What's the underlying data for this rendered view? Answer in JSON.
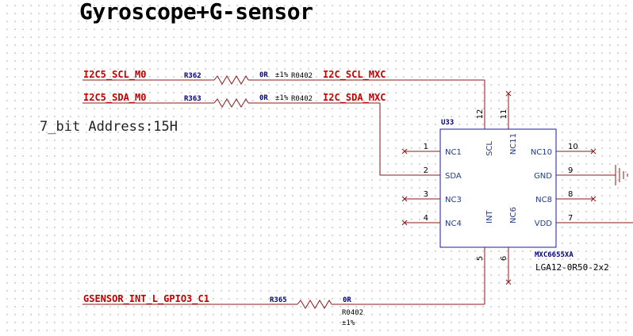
{
  "title": "Gyroscope+G-sensor",
  "address_note": "7_bit Address:15H",
  "nets": {
    "scl_left": "I2C5_SCL_M0",
    "sda_left": "I2C5_SDA_M0",
    "scl_right": "I2C_SCL_MXC",
    "sda_right": "I2C_SDA_MXC",
    "int": "GSENSOR_INT_L_GPIO3_C1"
  },
  "resistors": {
    "r362": {
      "ref": "R362",
      "value": "0R",
      "tol": "±1%",
      "pkg": "R0402"
    },
    "r363": {
      "ref": "R363",
      "value": "0R",
      "tol": "±1%",
      "pkg": "R0402"
    },
    "r365": {
      "ref": "R365",
      "value": "0R",
      "tol": "±1%",
      "pkg": "R0402"
    }
  },
  "chip": {
    "ref": "U33",
    "part": "MXC6655XA",
    "package": "LGA12-0R50-2x2",
    "pins": {
      "p1": {
        "num": "1",
        "name": "NC1"
      },
      "p2": {
        "num": "2",
        "name": "SDA"
      },
      "p3": {
        "num": "3",
        "name": "NC3"
      },
      "p4": {
        "num": "4",
        "name": "NC4"
      },
      "p5": {
        "num": "5",
        "name": "INT"
      },
      "p6": {
        "num": "6",
        "name": "NC6"
      },
      "p7": {
        "num": "7",
        "name": "VDD"
      },
      "p8": {
        "num": "8",
        "name": "NC8"
      },
      "p9": {
        "num": "9",
        "name": "GND"
      },
      "p10": {
        "num": "10",
        "name": "NC10"
      },
      "p11": {
        "num": "11",
        "name": "NC11"
      },
      "p12": {
        "num": "12",
        "name": "SCL"
      }
    }
  },
  "colors": {
    "wire": "#8b1a1a",
    "net_label": "#c00000",
    "ref": "#000080",
    "pin_name": "#1f3b8c",
    "body_outline": "#1a1aa0"
  }
}
